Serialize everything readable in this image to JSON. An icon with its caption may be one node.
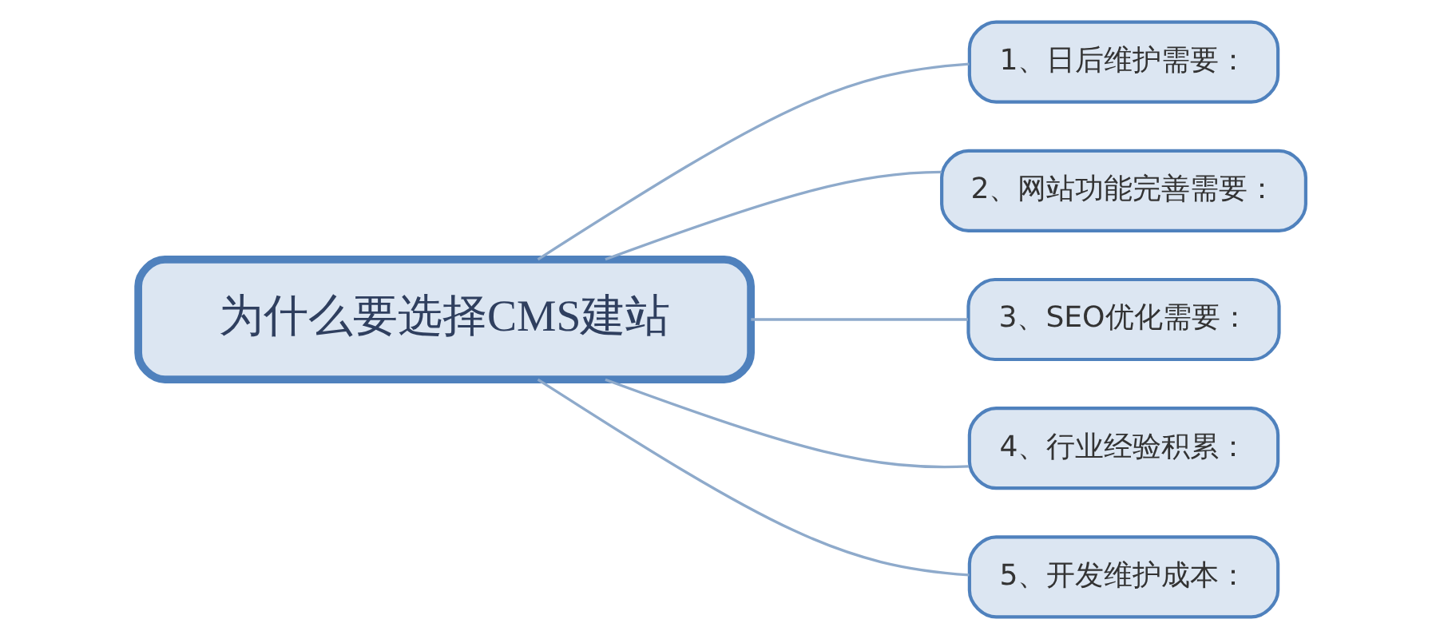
{
  "diagram": {
    "nodes": [
      {
        "text": [
          "为什么要选择CMS建站"
        ]
      },
      {
        "text": [
          "1、日后维护需要："
        ]
      },
      {
        "text": [
          "2、网站功能完善需要："
        ]
      },
      {
        "text": [
          "3、SEO优化需要："
        ]
      },
      {
        "text": [
          "4、行业经验积累："
        ]
      },
      {
        "text": [
          "5、开发维护成本："
        ]
      }
    ],
    "edges": [
      {
        "from": 0,
        "to": 1,
        "arrow": "none"
      },
      {
        "from": 0,
        "to": 2,
        "arrow": "none"
      },
      {
        "from": 0,
        "to": 3,
        "arrow": "none"
      },
      {
        "from": 0,
        "to": 4,
        "arrow": "none"
      },
      {
        "from": 0,
        "to": 5,
        "arrow": "none"
      }
    ]
  }
}
